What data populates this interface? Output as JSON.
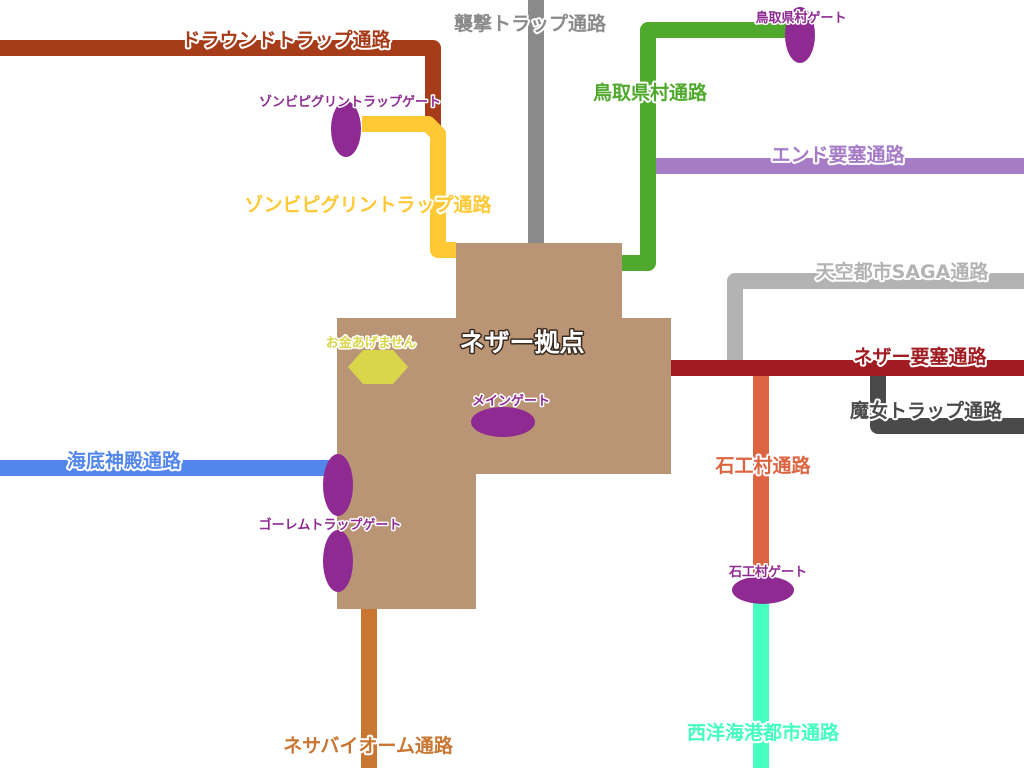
{
  "hub": {
    "name": "ネザー拠点",
    "color": "#b99576"
  },
  "routes": {
    "drownd": {
      "name": "ドラウンドトラップ通路",
      "color": "#a63c1a"
    },
    "raid": {
      "name": "襲撃トラップ通路",
      "color": "#8a8a8a"
    },
    "tottori": {
      "name": "鳥取県村通路",
      "color": "#4ea92c"
    },
    "zombie": {
      "name": "ゾンビピグリントラップ通路",
      "color": "#ffc936"
    },
    "end": {
      "name": "エンド要塞通路",
      "color": "#a67cc6"
    },
    "saga": {
      "name": "天空都市SAGA通路",
      "color": "#b3b3b3"
    },
    "nether": {
      "name": "ネザー要塞通路",
      "color": "#a11c22"
    },
    "witch": {
      "name": "魔女トラップ通路",
      "color": "#4a4a4a"
    },
    "stone": {
      "name": "石工村通路",
      "color": "#dc6440"
    },
    "western": {
      "name": "西洋海港都市通路",
      "color": "#44ffbf"
    },
    "ocean": {
      "name": "海底神殿通路",
      "color": "#5286ec"
    },
    "nether_biome": {
      "name": "ネサバイオーム通路",
      "color": "#c87632"
    }
  },
  "gates": {
    "tottori": "鳥取県村ゲート",
    "zombie": "ゾンビピグリントラップゲート",
    "main": "メインゲート",
    "golem": "ゴーレムトラップゲート",
    "stone": "石工村ゲート",
    "color": "#8e2a92"
  },
  "poi": {
    "name": "お金あげません",
    "color": "#d9d64c"
  }
}
